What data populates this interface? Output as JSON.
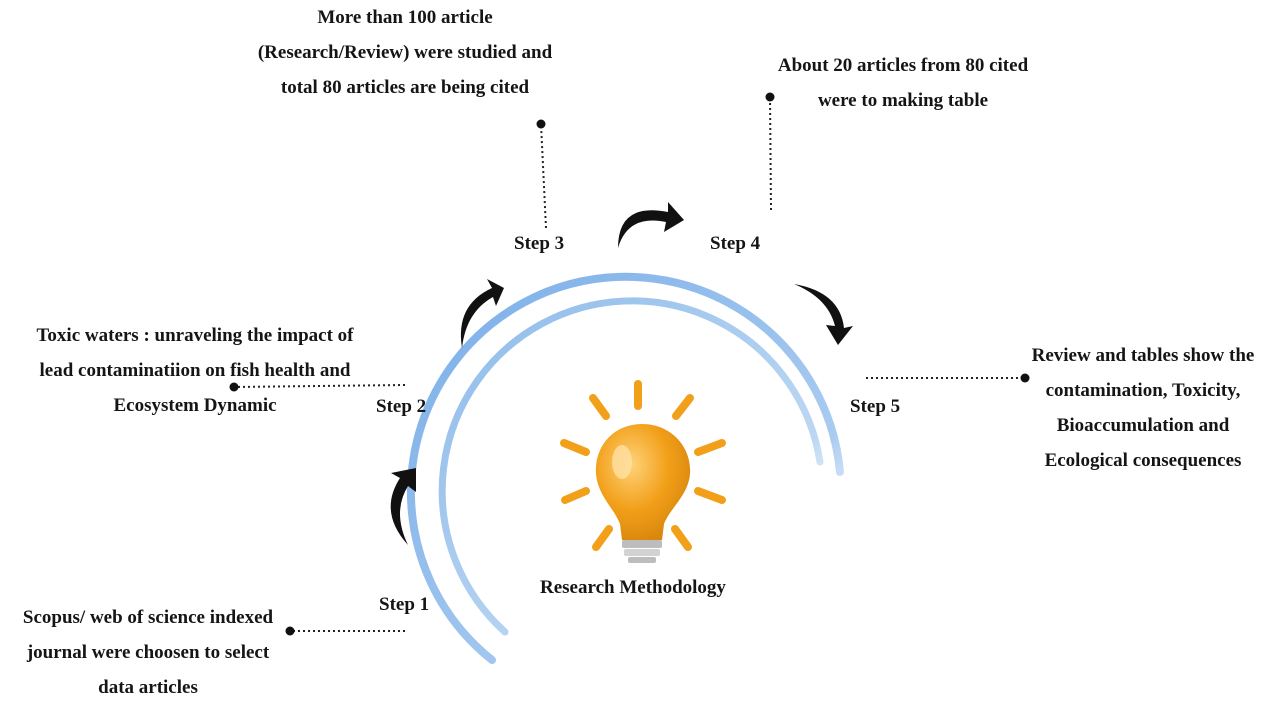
{
  "title": "Research Methodology",
  "accent_color": "#8db8e8",
  "bulb_color": "#f2a01a",
  "steps": [
    {
      "label": "Step 1",
      "text": [
        "Scopus/ web of science indexed",
        "journal were choosen to select",
        "data articles"
      ]
    },
    {
      "label": "Step 2",
      "text": [
        "Toxic waters : unraveling the impact of",
        "lead contaminatiion on fish health and",
        "Ecosystem Dynamic"
      ]
    },
    {
      "label": "Step 3",
      "text": [
        "More than 100 article",
        "(Research/Review) were studied and",
        "total 80 articles are being cited"
      ]
    },
    {
      "label": "Step 4",
      "text": [
        "About 20 articles from 80 cited",
        "were to making table"
      ]
    },
    {
      "label": "Step 5",
      "text": [
        "Review and tables show the",
        "contamination, Toxicity,",
        "Bioaccumulation and",
        "Ecological consequences"
      ]
    }
  ],
  "icons": [
    "lightbulb-icon",
    "curved-arrow-icon"
  ]
}
